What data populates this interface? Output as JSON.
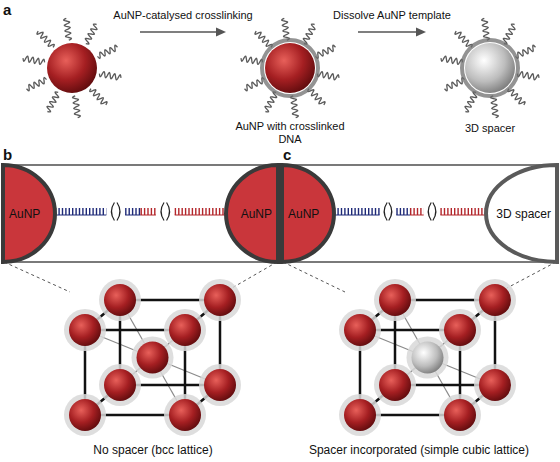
{
  "diagram": {
    "nodes": [
      {
        "text": [
          "AuNP"
        ]
      },
      {
        "text": [
          "AuNP"
        ]
      },
      {
        "text": [
          "AuNP"
        ]
      },
      {
        "text": [
          "3D spacer"
        ]
      }
    ],
    "edges": [
      {
        "from": 0,
        "to": 1,
        "arrow": "none"
      },
      {
        "from": 2,
        "to": 3,
        "arrow": "none"
      }
    ],
    "labels": [
      "a",
      "AuNP-catalysed crosslinking",
      "Dissolve AuNP template",
      "AuNP with crosslinked DNA",
      "3D spacer",
      "b",
      "c",
      "No spacer (bcc lattice)",
      "Spacer incorporated (simple cubic lattice)"
    ]
  }
}
